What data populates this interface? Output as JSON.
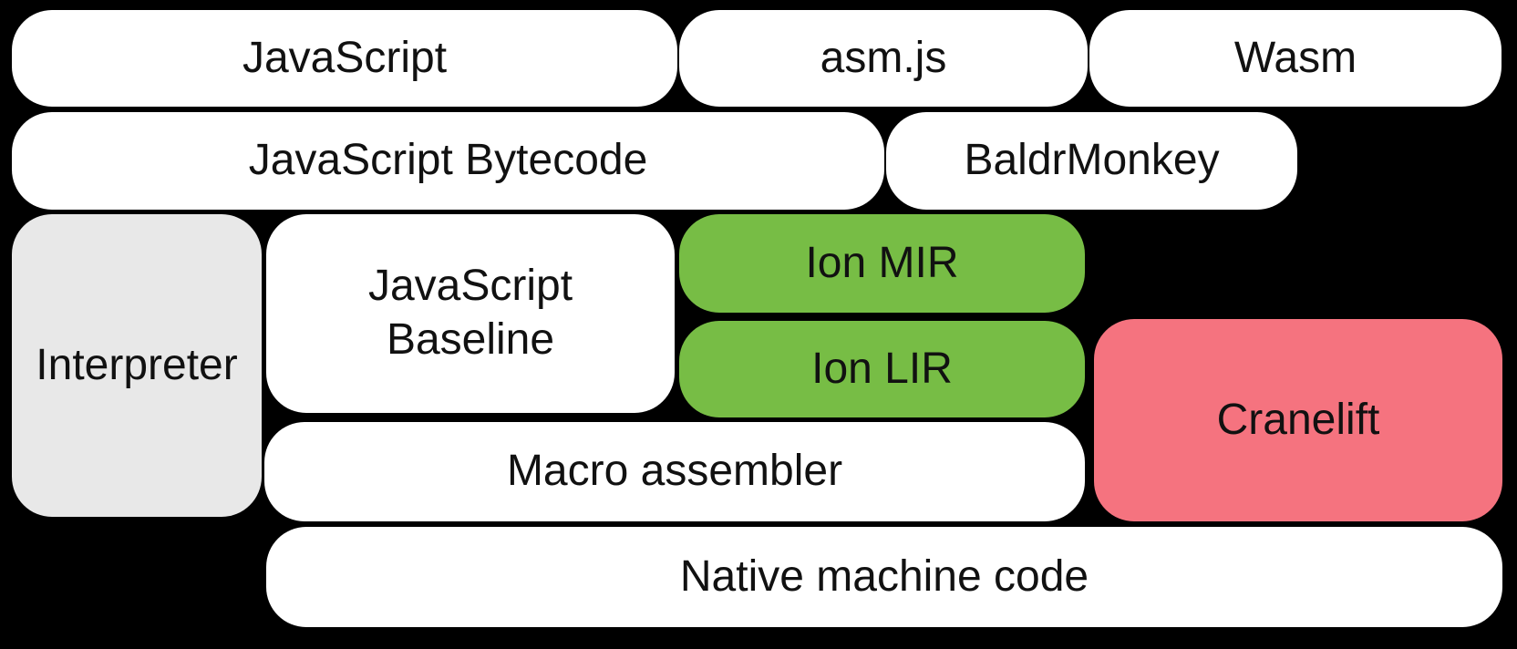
{
  "diagram": {
    "description": "Compiler pipeline block diagram",
    "palette": {
      "page-bg": "#000000",
      "box-bg": "#ffffff",
      "box-gray": "#e8e8e8",
      "box-green": "#77bd45",
      "box-pink": "#f5737f",
      "text": "#111111"
    },
    "nodes": [
      {
        "id": "javascript",
        "label": "JavaScript",
        "color": "#ffffff"
      },
      {
        "id": "asmjs",
        "label": "asm.js",
        "color": "#ffffff"
      },
      {
        "id": "wasm",
        "label": "Wasm",
        "color": "#ffffff"
      },
      {
        "id": "bytecode",
        "label": "JavaScript Bytecode",
        "color": "#ffffff"
      },
      {
        "id": "baldrmonkey",
        "label": "BaldrMonkey",
        "color": "#ffffff"
      },
      {
        "id": "interpreter",
        "label": "Interpreter",
        "color": "#e8e8e8"
      },
      {
        "id": "baseline",
        "label": "JavaScript\nBaseline",
        "color": "#ffffff"
      },
      {
        "id": "ion-mir",
        "label": "Ion MIR",
        "color": "#77bd45"
      },
      {
        "id": "ion-lir",
        "label": "Ion LIR",
        "color": "#77bd45"
      },
      {
        "id": "cranelift",
        "label": "Cranelift",
        "color": "#f5737f"
      },
      {
        "id": "macro-assembler",
        "label": "Macro assembler",
        "color": "#ffffff"
      },
      {
        "id": "native-code",
        "label": "Native machine code",
        "color": "#ffffff"
      }
    ]
  }
}
